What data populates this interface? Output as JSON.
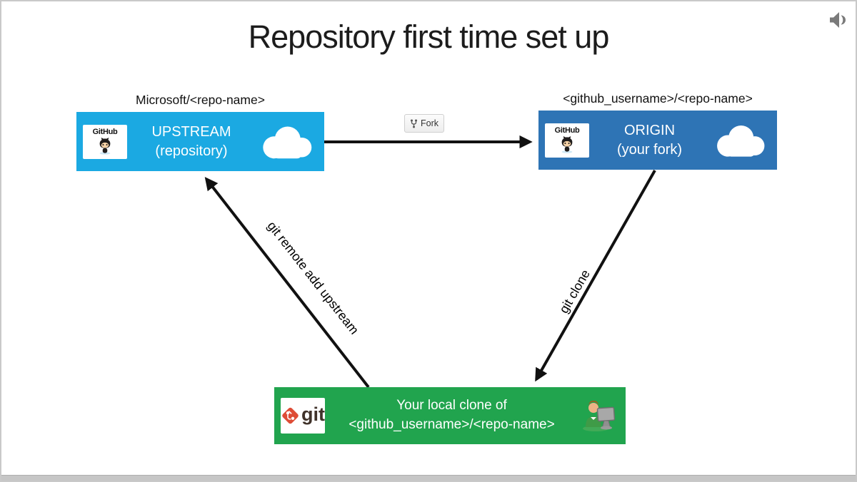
{
  "slide": {
    "title": "Repository first time set up"
  },
  "colors": {
    "upstream_blue": "#1BA9E2",
    "origin_blue": "#2E74B5",
    "local_green": "#21A44E",
    "arrow_black": "#111111",
    "slide_border_gray": "#C9C9C9"
  },
  "nodes": {
    "upstream": {
      "label_above": "Microsoft/<repo-name>",
      "line1": "UPSTREAM",
      "line2": "(repository)",
      "logo_text": "GitHub"
    },
    "origin": {
      "label_above": "<github_username>/<repo-name>",
      "line1": "ORIGIN",
      "line2": "(your fork)",
      "logo_text": "GitHub"
    },
    "local": {
      "line1": "Your local clone of",
      "line2": "<github_username>/<repo-name>",
      "logo_text": "git"
    }
  },
  "edges": {
    "fork_button_label": "Fork",
    "clone_label": "git clone",
    "remote_label": "git remote add upstream"
  },
  "icons": {
    "audio": "speaker-icon",
    "clouds": "cloud-icon",
    "octocat": "octocat-icon",
    "git_mark": "git-logo-icon",
    "person": "person-at-computer-icon",
    "fork_glyph": "fork-icon"
  }
}
